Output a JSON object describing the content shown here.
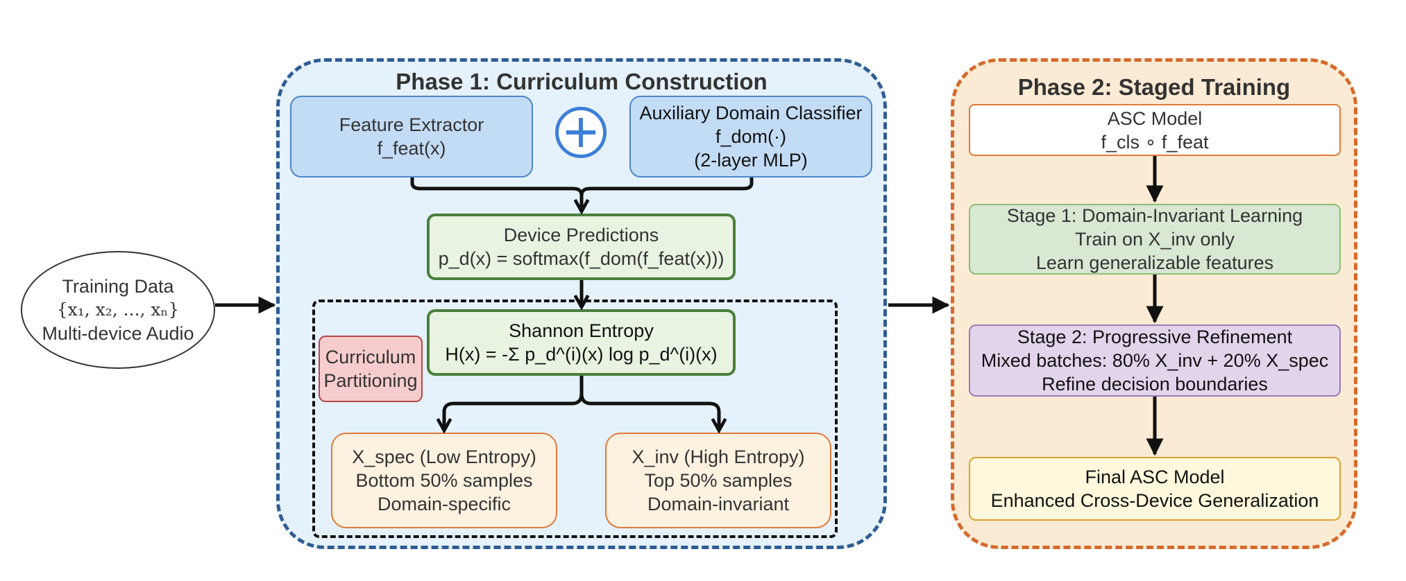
{
  "training_data": {
    "line1": "Training Data",
    "line2": "{x₁, x₂, ..., xₙ}",
    "line3": "Multi-device Audio"
  },
  "phase1": {
    "title": "Phase 1: Curriculum Construction",
    "feature_extractor": {
      "line1": "Feature Extractor",
      "line2": "f_feat(x)"
    },
    "plus_symbol": "+",
    "aux_classifier": {
      "line1": "Auxiliary Domain Classifier",
      "line2": "f_dom(·)",
      "line3": "(2-layer MLP)"
    },
    "device_predictions": {
      "line1": "Device Predictions",
      "line2": "p_d(x) = softmax(f_dom(f_feat(x)))"
    },
    "shannon_entropy": {
      "line1": "Shannon Entropy",
      "line2": "H(x) = -Σ p_d^(i)(x) log p_d^(i)(x)"
    },
    "curriculum_partitioning": {
      "line1": "Curriculum",
      "line2": "Partitioning"
    },
    "x_spec": {
      "line1": "X_spec (Low Entropy)",
      "line2": "Bottom 50% samples",
      "line3": "Domain-specific"
    },
    "x_inv": {
      "line1": "X_inv (High Entropy)",
      "line2": "Top 50% samples",
      "line3": "Domain-invariant"
    }
  },
  "phase2": {
    "title": "Phase 2: Staged Training",
    "asc_model": {
      "line1": "ASC Model",
      "line2": "f_cls ∘ f_feat"
    },
    "stage1": {
      "line1": "Stage 1: Domain-Invariant Learning",
      "line2": "Train on X_inv only",
      "line3": "Learn generalizable features"
    },
    "stage2": {
      "line1": "Stage 2: Progressive Refinement",
      "line2": "Mixed batches: 80% X_inv + 20% X_spec",
      "line3": "Refine decision boundaries"
    },
    "final_model": {
      "line1": "Final ASC Model",
      "line2": "Enhanced Cross-Device Generalization"
    }
  },
  "colors": {
    "phase1_bg": "#e5f1fb",
    "phase1_border": "#2f5c93",
    "phase2_bg": "#fcebd4",
    "phase2_border": "#d5692d",
    "plus_circle": "#3e7fd6"
  }
}
